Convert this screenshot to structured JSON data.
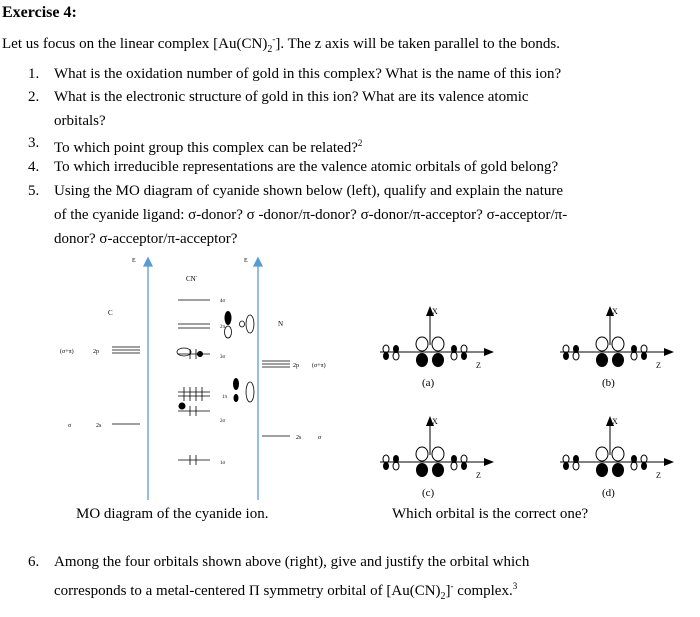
{
  "exercise": {
    "title": "Exercise 4:",
    "intro_pre": "Let us focus on the linear complex [Au(CN)",
    "intro_sub": "2",
    "intro_sup": "-",
    "intro_post": "]. The z axis will be taken parallel to the bonds."
  },
  "questions": [
    {
      "num": "1.",
      "lines": [
        "What is the oxidation number of gold in this complex? What is the name of this ion?"
      ]
    },
    {
      "num": "2.",
      "lines": [
        "What is the electronic structure of gold in this ion? What are its valence atomic",
        "orbitals?"
      ]
    },
    {
      "num": "3.",
      "lines": [
        "To which point group this complex can be related?"
      ],
      "sup": "2"
    },
    {
      "num": "4.",
      "lines": [
        "To which irreducible representations are the valence atomic orbitals of gold belong?"
      ]
    },
    {
      "num": "5.",
      "lines": [
        "Using the MO diagram of cyanide shown below (left), qualify and explain the nature",
        "of the cyanide ligand: σ-donor? σ -donor/π-donor? σ-donor/π-acceptor? σ-acceptor/π-",
        "donor? σ-acceptor/π-acceptor?"
      ]
    }
  ],
  "mo_diagram": {
    "axis_label": "E",
    "molecule_label": "CN",
    "molecule_sup": "-",
    "left_atom": "C",
    "right_atom": "N",
    "left_levels": [
      {
        "sym": "(σ+π)",
        "orb": "2p"
      },
      {
        "sym": "σ",
        "orb": "2s"
      }
    ],
    "right_levels": [
      {
        "sym": "(σ+π)",
        "orb": "2p"
      },
      {
        "sym": "σ",
        "orb": "2s"
      }
    ],
    "mo_labels": [
      "4σ",
      "2π",
      "3σ",
      "1π",
      "2σ",
      "1σ"
    ],
    "caption": "MO diagram of the cyanide ion."
  },
  "orbital_options": {
    "labels": [
      "(a)",
      "(b)",
      "(c)",
      "(d)"
    ],
    "axis_x": "X",
    "axis_z": "Z",
    "caption": "Which orbital is the correct one?"
  },
  "question6": {
    "num": "6.",
    "line1": "Among the four orbitals shown above (right), give and justify the orbital which",
    "line2_pre": "corresponds to a metal-centered Π symmetry orbital of [Au(CN)",
    "line2_sub": "2",
    "line2_mid": "]",
    "line2_sup1": "-",
    "line2_post": " complex.",
    "line2_sup2": "3"
  }
}
